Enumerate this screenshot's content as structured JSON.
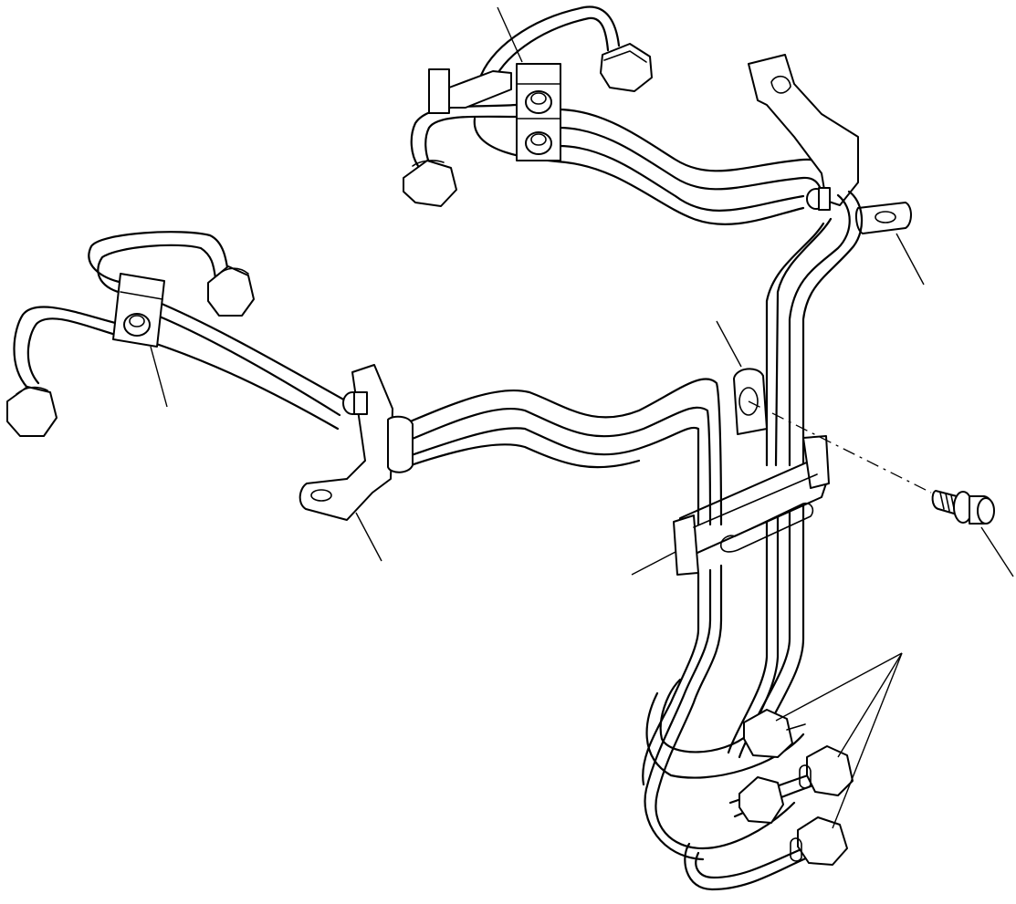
{
  "diagram": {
    "parts": [
      {
        "id": "pipe-assembly-cyl-1-2",
        "icon": "fuel-injection-pipe"
      },
      {
        "id": "pipe-assembly-cyl-3-4",
        "icon": "fuel-injection-pipe"
      },
      {
        "id": "pipe-assembly-cyl-5-6",
        "icon": "fuel-injection-pipe"
      },
      {
        "id": "clamp-block-top",
        "icon": "pipe-clamp"
      },
      {
        "id": "clamp-block-left",
        "icon": "pipe-clamp"
      },
      {
        "id": "bracket-left",
        "icon": "mounting-bracket"
      },
      {
        "id": "bracket-right",
        "icon": "mounting-bracket"
      },
      {
        "id": "bracket-center",
        "icon": "mounting-bracket"
      },
      {
        "id": "clamp-center",
        "icon": "pipe-clamp"
      },
      {
        "id": "flange-bolt",
        "icon": "bolt"
      },
      {
        "id": "injection-pump-nuts",
        "icon": "sleeve-nut"
      }
    ],
    "leader_count": 9
  }
}
